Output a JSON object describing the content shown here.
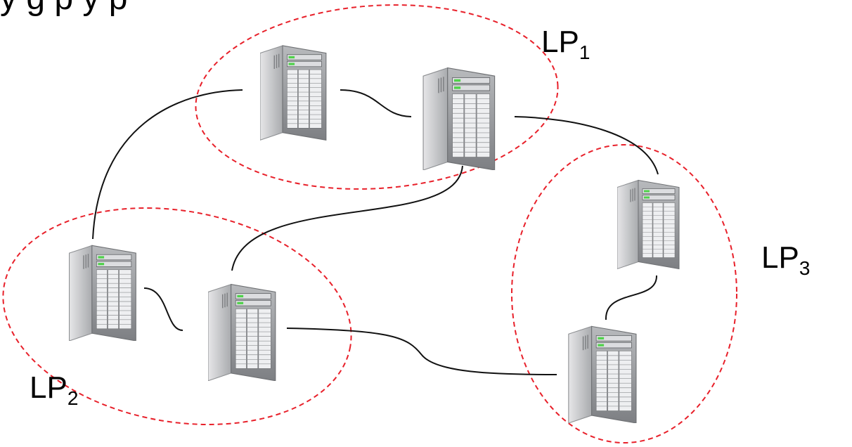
{
  "header": {
    "partial_text": "y g p                y p"
  },
  "groups": [
    {
      "id": "lp1",
      "label_main": "LP",
      "label_sub": "1"
    },
    {
      "id": "lp2",
      "label_main": "LP",
      "label_sub": "2"
    },
    {
      "id": "lp3",
      "label_main": "LP",
      "label_sub": "3"
    }
  ],
  "colors": {
    "group_outline": "#e8202a",
    "link": "#111111",
    "server_body": "#cfcfd1",
    "server_front": "#9a9c9f",
    "server_led": "#4fd24a"
  },
  "icons": {
    "server": "server-tower-icon"
  }
}
